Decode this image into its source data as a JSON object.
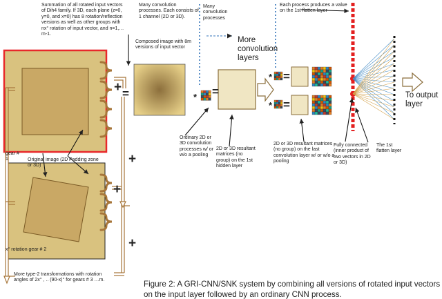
{
  "texts": {
    "summation": "Summation of all rotated input vectors of Dih4 family. If 3D, each plane (z=0, y=0, and x=0) has 8 rotation/reflection versions as well as other groups with nx° rotation of input vector, and n=1,…m-1.",
    "many_conv": "Many convolution processes. Each consists of 1 channel (2D or 3D).",
    "many_conv2": "Many convolution processes",
    "more_conv": "More convolution layers",
    "each_process": "Each process produces a value on the 1st flatten layer",
    "composed": "Composed image with 8m versions of input vector",
    "to_output": "To output layer",
    "gear1": "gear # 1",
    "original": "Original image (2D or 3D)",
    "padding": "Padding zone",
    "ordinary": "Ordinary 2D or 3D convolution processes w/ or w/o a pooling",
    "resultant1": "2D or 3D resultant matrices (no group) on the 1st hidden layer",
    "resultant_last": "2D or 3D resultant matrices (no group) on the last convolution layer w/ or w/o a pooling",
    "fully_connected": "Fully connected (inner product of two vectors in 2D or 3D)",
    "flatten_layer": "The 1st flatten layer",
    "rotation_gear2": "x° rotation gear # 2",
    "more_type2": "More type-2 transformations with rotation angles of 2x° , .. (90-x)° for gears # 3 …m.",
    "caption": "Figure 2: A GRI-CNN/SNK system by combining all versions of rotated input vectors on the input layer followed by an ordinary CNN process.",
    "plus": "+",
    "equals": "=",
    "star": "*"
  },
  "colors": {
    "frame_tan": "#d9c27f",
    "inner_tan": "#c9a865",
    "red_border": "#e8282a",
    "brace_brown": "#a7763a",
    "dotted_blue": "#5b8fc7",
    "flatten_red": "#e32020",
    "output_arrow": "#8a6d3b"
  },
  "icons": [
    "brace-icon",
    "grid-matrix-icon",
    "right-arrow-icon",
    "node-dot-icon"
  ]
}
